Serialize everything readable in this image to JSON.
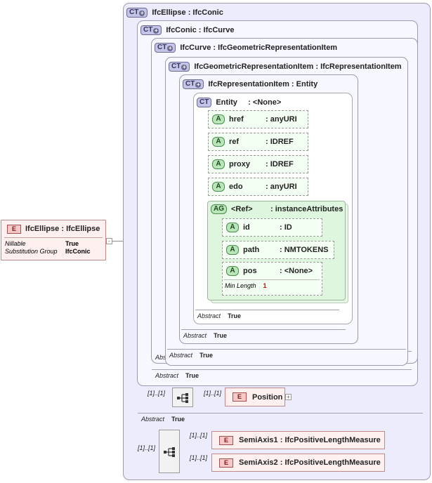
{
  "ct_badge": "CT",
  "abstract_label": "Abstract",
  "abstract_value": "True",
  "attr_badge": "A",
  "group_badge": "AG",
  "element_badge": "E",
  "complex_types": [
    {
      "name": "IfcEllipse",
      "base": "IfcConic"
    },
    {
      "name": "IfcConic",
      "base": "IfcCurve"
    },
    {
      "name": "IfcCurve",
      "base": "IfcGeometricRepresentationItem"
    },
    {
      "name": "IfcGeometricRepresentationItem",
      "base": "IfcRepresentationItem"
    },
    {
      "name": "IfcRepresentationItem",
      "base": "Entity"
    },
    {
      "name": "Entity",
      "base": "<None>"
    }
  ],
  "entity_attributes": [
    {
      "name": "href",
      "type": "anyURI"
    },
    {
      "name": "ref",
      "type": "IDREF"
    },
    {
      "name": "proxy",
      "type": "IDREF"
    },
    {
      "name": "edo",
      "type": "anyURI"
    }
  ],
  "attribute_group": {
    "name": "<Ref>",
    "type": "instanceAttributes",
    "attributes": [
      {
        "name": "id",
        "type": "ID"
      },
      {
        "name": "path",
        "type": "NMTOKENS"
      },
      {
        "name": "pos",
        "type": "<None>",
        "facet_label": "Min Length",
        "facet_value": "1"
      }
    ]
  },
  "root_element": {
    "name": "IfcEllipse",
    "type": "IfcEllipse",
    "props": [
      {
        "label": "Nillable",
        "value": "True"
      },
      {
        "label": "Substitution Group",
        "value": "IfcConic"
      }
    ]
  },
  "position": {
    "cardinality_outer": "[1]..[1]",
    "cardinality": "[1]..[1]",
    "name": "Position"
  },
  "semi_axes": {
    "cardinality": "[1]..[1]",
    "items": [
      {
        "cardinality": "[1]..[1]",
        "name": "SemiAxis1",
        "type": "IfcPositiveLengthMeasure"
      },
      {
        "cardinality": "[1]..[1]",
        "name": "SemiAxis2",
        "type": "IfcPositiveLengthMeasure"
      }
    ]
  },
  "colors": {
    "complex_type_fill": "#ececfc",
    "attribute_fill": "#f4fff4",
    "element_fill": "#fff0f0",
    "group_fill": "#ddf6dd"
  }
}
